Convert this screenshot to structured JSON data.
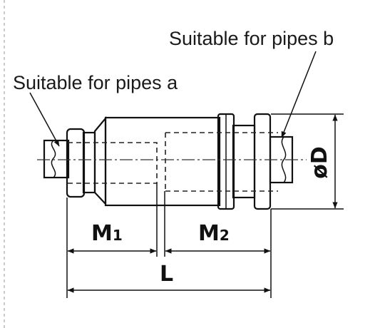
{
  "labels": {
    "pipe_a": "Suitable for pipes a",
    "pipe_b": "Suitable for pipes b"
  },
  "dimensions": {
    "m1_main": "M",
    "m1_sub": "1",
    "m2_main": "M",
    "m2_sub": "2",
    "length": "L",
    "diameter": "øD"
  },
  "colors": {
    "body_fill": "#d4d4d4",
    "body_fill_light": "#e4e4e4",
    "pipe_fill": "#dcdcdc",
    "border_dash": "#b9b9b9"
  }
}
